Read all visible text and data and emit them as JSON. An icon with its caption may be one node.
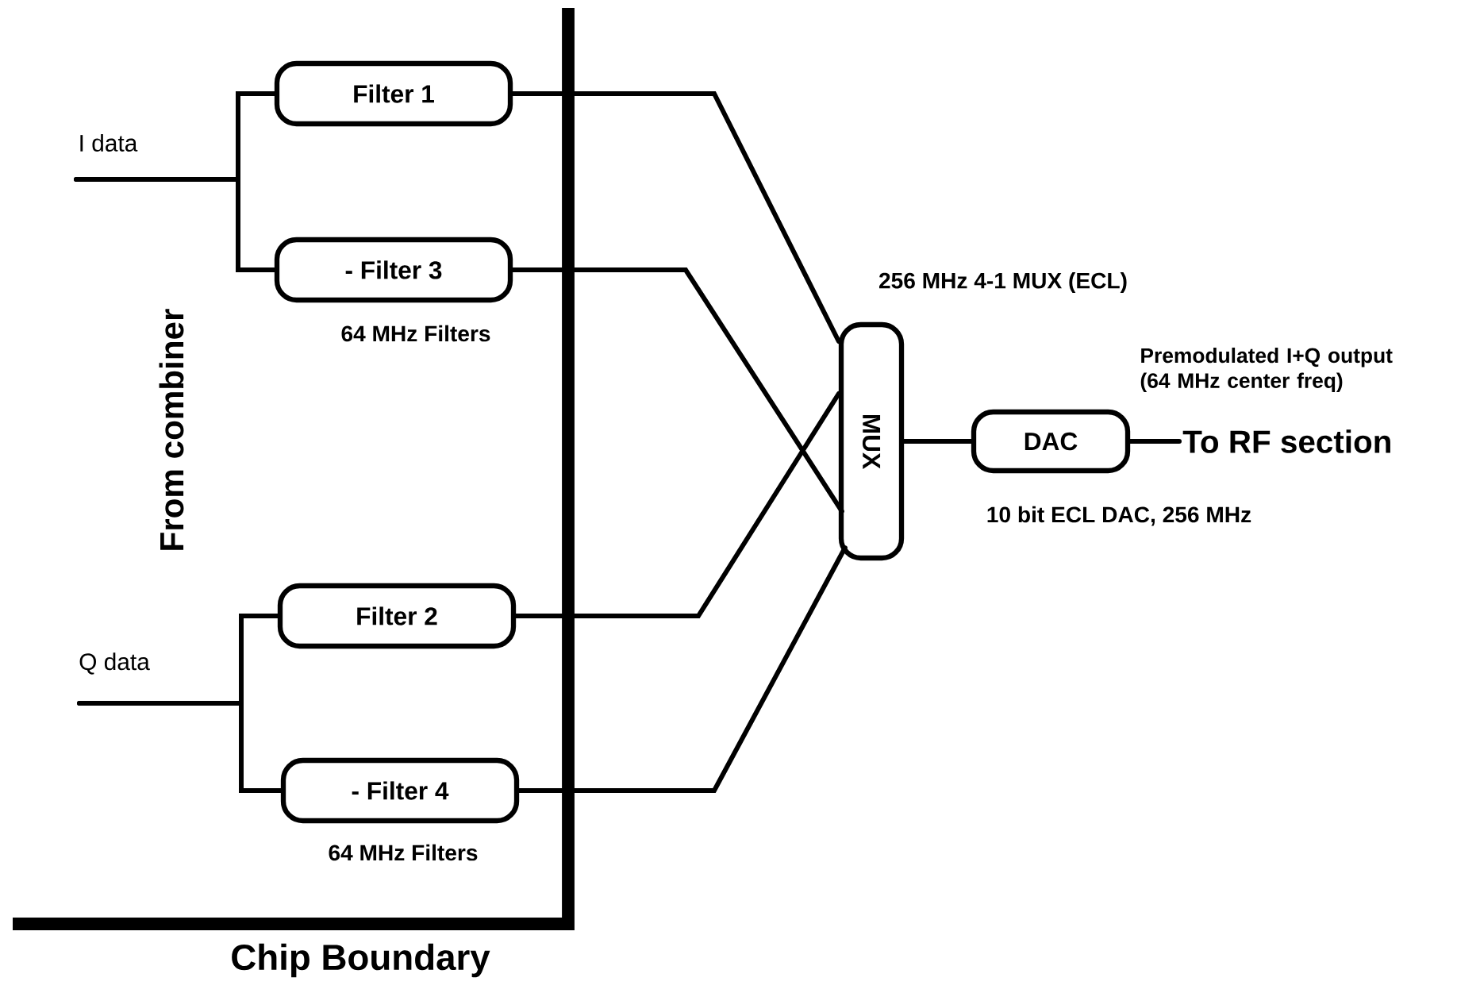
{
  "diagram": {
    "nodes": [
      {
        "text": [
          "Filter 1"
        ]
      },
      {
        "text": [
          "- Filter 3"
        ],
        "beside": [
          "64 MHz Filters"
        ]
      },
      {
        "text": [
          "Filter 2"
        ]
      },
      {
        "text": [
          "- Filter 4"
        ],
        "beside": [
          "64 MHz Filters"
        ]
      },
      {
        "text": [
          "MUX"
        ],
        "beside": [
          "256 MHz 4-1 MUX (ECL)"
        ]
      },
      {
        "text": [
          "DAC"
        ],
        "beside": [
          "10 bit ECL DAC, 256 MHz"
        ]
      },
      {
        "text": [
          "To RF section"
        ]
      }
    ],
    "edges": [
      {
        "from": null,
        "to": 0,
        "arrow": "none"
      },
      {
        "from": null,
        "to": 1,
        "arrow": "none"
      },
      {
        "from": null,
        "to": 2,
        "arrow": "none"
      },
      {
        "from": null,
        "to": 3,
        "arrow": "none"
      },
      {
        "from": 0,
        "to": 4,
        "arrow": "none"
      },
      {
        "from": 1,
        "to": 4,
        "arrow": "none"
      },
      {
        "from": 2,
        "to": 4,
        "arrow": "none"
      },
      {
        "from": 3,
        "to": 4,
        "arrow": "none"
      },
      {
        "from": 4,
        "to": 5,
        "arrow": "none"
      },
      {
        "from": 5,
        "to": 6,
        "arrow": "none"
      }
    ],
    "labels": [
      "I data",
      "From combiner",
      "Q data",
      "Premodulated I+Q output (64 MHz center freq)",
      "Chip Boundary"
    ]
  }
}
